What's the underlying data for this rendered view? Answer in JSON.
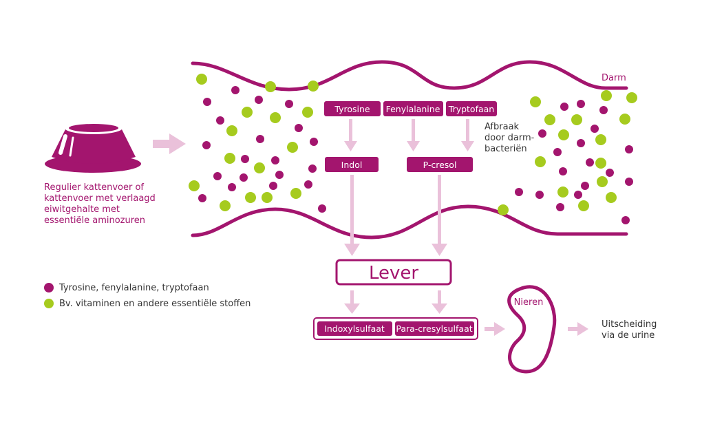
{
  "colors": {
    "purple": "#A3156E",
    "green": "#A6CB1E",
    "arrow_pink": "#EAC1DA",
    "text_dark": "#333333"
  },
  "food": {
    "caption": [
      "Regulier kattenvoer of",
      "kattenvoer met verlaagd",
      "eiwitgehalte met",
      "essentiële aminozuren"
    ]
  },
  "intestine": {
    "label": "Darm"
  },
  "amino_acids": [
    "Tyrosine",
    "Fenylalanine",
    "Tryptofaan"
  ],
  "breakdown_note": [
    "Afbraak",
    "door darm-",
    "bacteriën"
  ],
  "metabolites": [
    "Indol",
    "P-cresol"
  ],
  "liver": {
    "label": "Lever"
  },
  "toxins": [
    "Indoxylsulfaat",
    "Para-cresylsulfaat"
  ],
  "kidney": {
    "label": "Nieren"
  },
  "excretion": [
    "Uitscheiding",
    "via de urine"
  ],
  "legend": {
    "purple_item": "Tyrosine, fenylalanine, tryptofaan",
    "green_item": "Bv. vitaminen en andere essentiële stoffen"
  }
}
